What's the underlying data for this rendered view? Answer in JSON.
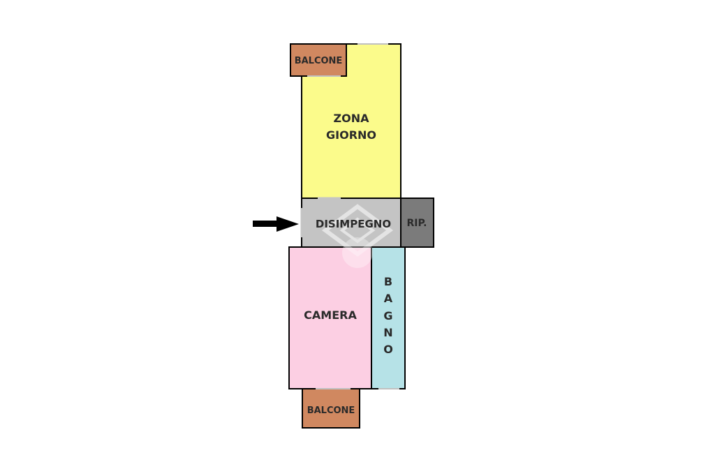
{
  "rooms": {
    "balcone_top": {
      "label": "BALCONE",
      "color": "#d08860"
    },
    "zona_giorno": {
      "label_line1": "ZONA",
      "label_line2": "GIORNO",
      "color": "#fbfb8b"
    },
    "disimpegno": {
      "label": "DISIMPEGNO",
      "color": "#c4c4c4"
    },
    "ripostiglio": {
      "label": "RIP.",
      "color": "#7b7b7b"
    },
    "camera": {
      "label": "CAMERA",
      "color": "#fccfe3"
    },
    "bagno": {
      "letters": [
        "B",
        "A",
        "G",
        "N",
        "O"
      ],
      "color": "#b6e2e7"
    },
    "balcone_bottom": {
      "label": "BALCONE",
      "color": "#d08860"
    }
  },
  "entrance_arrow": {
    "icon": "arrow-right-icon",
    "color": "#000000"
  },
  "watermark": {
    "icon": "diamond-logo-watermark",
    "color": "#ffffff"
  }
}
